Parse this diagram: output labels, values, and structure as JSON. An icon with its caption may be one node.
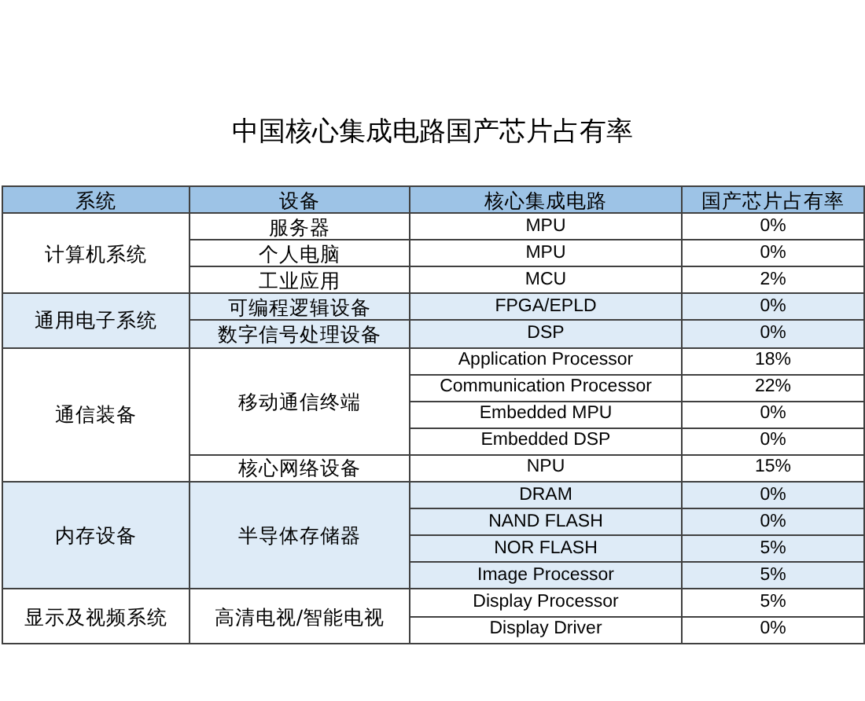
{
  "diagram": {
    "title": "中国核心集成电路国产芯片占有率",
    "labels": [
      "系统",
      "设备",
      "核心集成电路",
      "国产芯片占有率",
      "计算机系统",
      "服务器",
      "MPU",
      "0%",
      "个人电脑",
      "MPU",
      "0%",
      "工业应用",
      "MCU",
      "2%",
      "通用电子系统",
      "可编程逻辑设备",
      "FPGA/EPLD",
      "0%",
      "数字信号处理设备",
      "DSP",
      "0%",
      "通信装备",
      "移动通信终端",
      "Application Processor",
      "18%",
      "Communication Processor",
      "22%",
      "Embedded MPU",
      "0%",
      "Embedded DSP",
      "0%",
      "核心网络设备",
      "NPU",
      "15%",
      "内存设备",
      "半导体存储器",
      "DRAM",
      "0%",
      "NAND FLASH",
      "0%",
      "NOR FLASH",
      "5%",
      "Image Processor",
      "5%",
      "显示及视频系统",
      "高清电视/智能电视",
      "Display Processor",
      "5%",
      "Display Driver",
      "0%"
    ]
  }
}
